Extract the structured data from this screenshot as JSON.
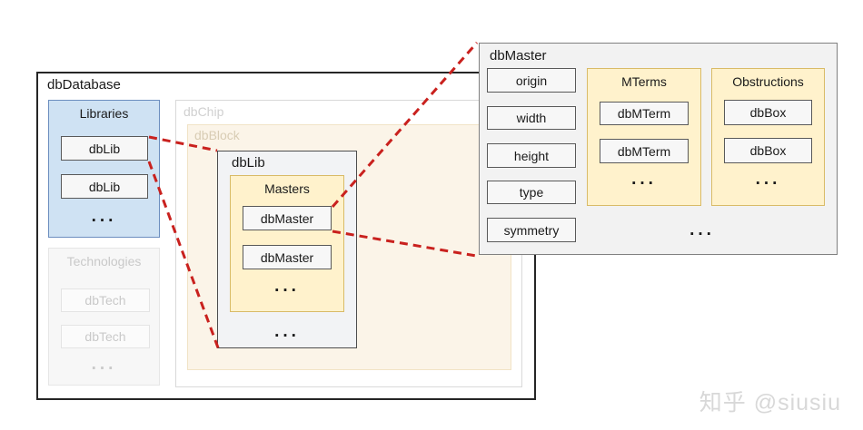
{
  "ellipsis": "...",
  "database": {
    "label": "dbDatabase",
    "libraries": {
      "label": "Libraries",
      "items": [
        "dbLib",
        "dbLib"
      ]
    },
    "technologies": {
      "label": "Technologies",
      "items": [
        "dbTech",
        "dbTech"
      ]
    },
    "chip": {
      "label": "dbChip"
    },
    "block": {
      "label": "dbBlock"
    },
    "lib_view": {
      "label": "dbLib",
      "masters": {
        "label": "Masters",
        "items": [
          "dbMaster",
          "dbMaster"
        ]
      }
    }
  },
  "master_view": {
    "label": "dbMaster",
    "fields": [
      "origin",
      "width",
      "height",
      "type",
      "symmetry"
    ],
    "mterms": {
      "label": "MTerms",
      "items": [
        "dbMTerm",
        "dbMTerm"
      ]
    },
    "obstructions": {
      "label": "Obstructions",
      "items": [
        "dbBox",
        "dbBox"
      ]
    }
  },
  "watermark": {
    "text": "知乎 @siusiu"
  },
  "colors": {
    "connector_red": "#c9211e",
    "panel_blue_fill": "#cfe2f3",
    "panel_blue_stroke": "#6c8ebf",
    "panel_yellow_fill": "#fff2cc",
    "panel_yellow_stroke": "#d9bb67",
    "block_fill": "#fbf4e8",
    "detail_fill": "#f2f2f2"
  }
}
